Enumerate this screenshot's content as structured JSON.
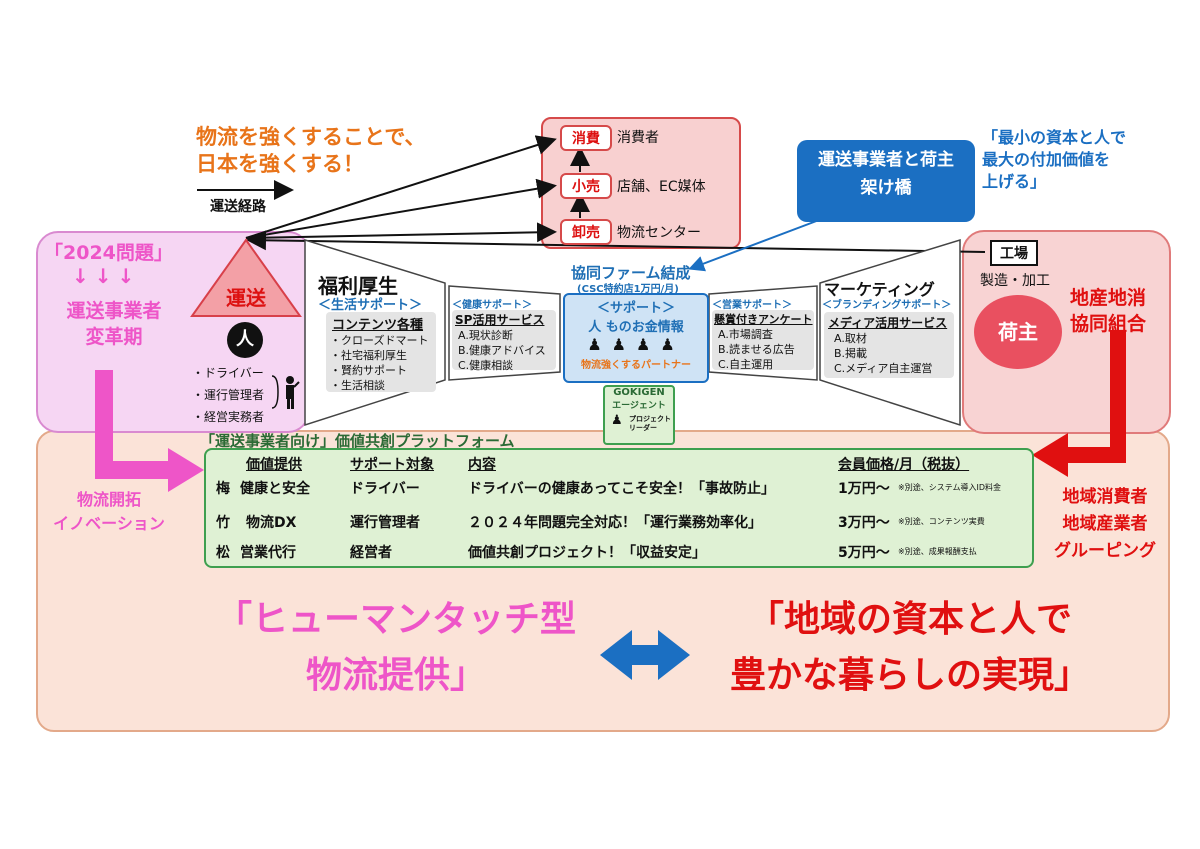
{
  "slogan": {
    "line1": "物流を強くすることで、",
    "line2": "日本を強くする！"
  },
  "route_label": "運送経路",
  "chain": {
    "consume_tag": "消費",
    "consume_text": "消費者",
    "retail_tag": "小売",
    "retail_text": "店舗、EC媒体",
    "wholesale_tag": "卸売",
    "wholesale_text": "物流センター"
  },
  "callout": {
    "line1": "運送事業者と荷主",
    "line2": "架け橋"
  },
  "quote_top_right": {
    "line1": "「最小の資本と人で",
    "line2": "最大の付加価値を",
    "line3": "上げる」"
  },
  "left_panel": {
    "title": "「2024問題」",
    "arrows": "↓↓↓",
    "subtitle1": "運送事業者",
    "subtitle2": "変革期",
    "triangle_label": "運送",
    "person_glyph": "人",
    "roles": [
      "・ドライバー",
      "・運行管理者",
      "・経営実務者"
    ]
  },
  "right_panel": {
    "factory_label": "工場",
    "factory_sub": "製造・加工",
    "owner_label": "荷主",
    "local_title1": "地産地消",
    "local_title2": "協同組合"
  },
  "welfare": {
    "title": "福利厚生",
    "subtitle": "＜生活サポート＞",
    "section": "コンテンツ各種",
    "items": [
      "・クローズドマート",
      "・社宅福利厚生",
      "・賢約サポート",
      "・生活相談"
    ]
  },
  "health": {
    "subtitle": "＜健康サポート＞",
    "section": "SP活用サービス",
    "items": [
      "A.現状診断",
      "B.健康アドバイス",
      "C.健康相談"
    ]
  },
  "center": {
    "title": "協同ファーム結成",
    "sub": "(CSC特約店1万円/月)",
    "support": "＜サポート＞",
    "support_items": "人 ものお金情報",
    "partner": "物流強くするパートナー",
    "agent_title": "GOKIGEN",
    "agent_sub": "エージェント",
    "agent_role": "プロジェクトリーダー"
  },
  "sales": {
    "subtitle": "＜営業サポート＞",
    "section": "懸賞付きアンケート",
    "items": [
      "A.市場調査",
      "B.読ませる広告",
      "C.自主運用"
    ]
  },
  "marketing": {
    "title": "マーケティング",
    "subtitle": "＜ブランディングサポート＞",
    "section": "メディア活用サービス",
    "items": [
      "A.取材",
      "B.掲載",
      "C.メディア自主運営"
    ]
  },
  "platform_title": "「運送事業者向け」価値共創プラットフォーム",
  "table": {
    "headers": [
      "価値提供",
      "サポート対象",
      "内容",
      "会員価格/月（税抜）"
    ],
    "rows": [
      {
        "rank": "梅",
        "value": "健康と安全",
        "target": "ドライバー",
        "content": "ドライバーの健康あってこそ安全！「事故防止」",
        "price": "1万円〜",
        "note": "※別途、システム導入ID料金"
      },
      {
        "rank": "竹",
        "value": "物流DX",
        "target": "運行管理者",
        "content": "２０２４年問題完全対応！「運行業務効率化」",
        "price": "3万円〜",
        "note": "※別途、コンテンツ実費"
      },
      {
        "rank": "松",
        "value": "営業代行",
        "target": "経営者",
        "content": "価値共創プロジェクト！「収益安定」",
        "price": "5万円〜",
        "note": "※別途、成果報酬支払"
      }
    ]
  },
  "innovation": {
    "line1": "物流開拓",
    "line2": "イノベーション"
  },
  "grouping": {
    "line1": "地域消費者",
    "line2": "地域産業者",
    "line3": "グルーピング"
  },
  "big_left": {
    "line1": "「ヒューマンタッチ型",
    "line2": "物流提供」"
  },
  "big_right": {
    "line1": "「地域の資本と人で",
    "line2": "豊かな暮らしの実現」"
  },
  "colors": {
    "pink": "#ee55c8",
    "red": "#e01010",
    "orange": "#e8741a",
    "blue": "#1b6fc2",
    "green": "#3e9f4f"
  }
}
